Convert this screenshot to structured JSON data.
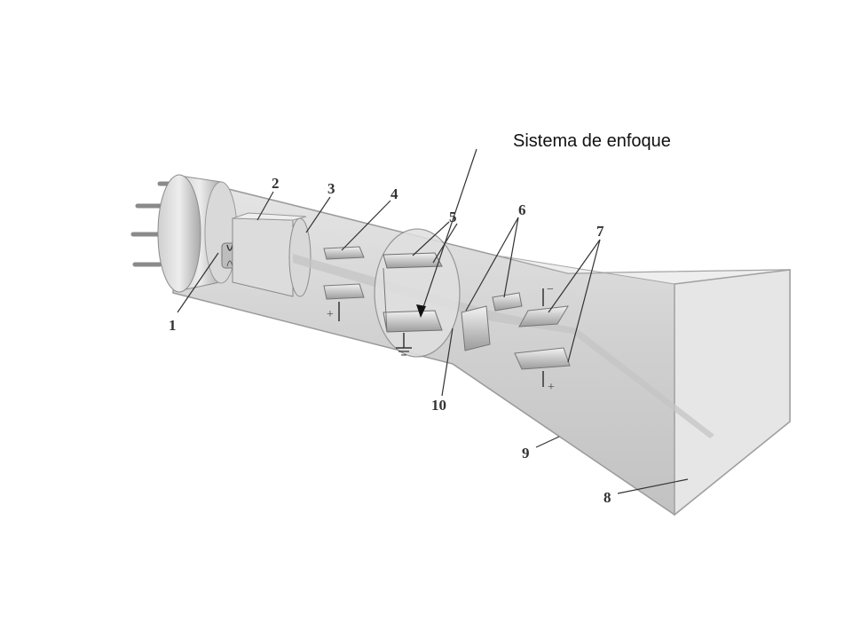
{
  "caption": "Sistema de enfoque",
  "labels": {
    "l1": "1",
    "l2": "2",
    "l3": "3",
    "l4": "4",
    "l5": "5",
    "l6": "6",
    "l7": "7",
    "l8": "8",
    "l9": "9",
    "l10": "10"
  },
  "signs": {
    "plus": "+",
    "minus": "−"
  },
  "colors": {
    "glass": "#d2d2d2",
    "screen": "#e4e4e4",
    "electrode": "#9a9a9a",
    "line": "#555555"
  }
}
